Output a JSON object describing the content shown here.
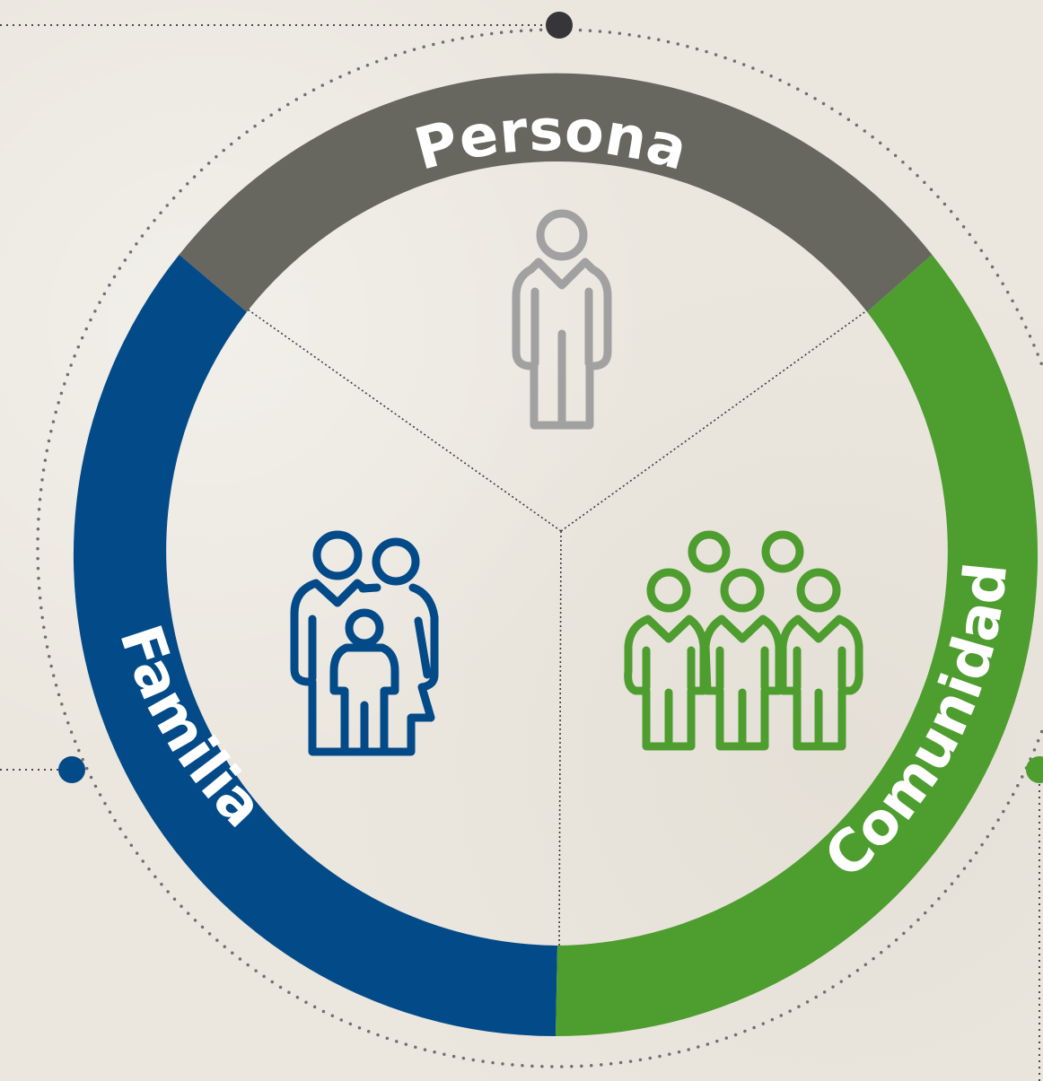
{
  "diagram": {
    "segments": [
      {
        "id": "persona",
        "label": "Persona",
        "color": "#67675f",
        "icon": "person-icon"
      },
      {
        "id": "familia",
        "label": "Familia",
        "color": "#034a88",
        "icon": "family-icon"
      },
      {
        "id": "comunidad",
        "label": "Comunidad",
        "color": "#4e9d2f",
        "icon": "community-icon"
      }
    ],
    "icon_colors": {
      "persona": "#a1a1a1",
      "familia": "#034a88",
      "comunidad": "#4e9d2f"
    },
    "connector_color": "#3b3b40",
    "dot_colors": {
      "top": "#35353a",
      "left": "#034a88",
      "right": "#4e9d2f"
    }
  }
}
